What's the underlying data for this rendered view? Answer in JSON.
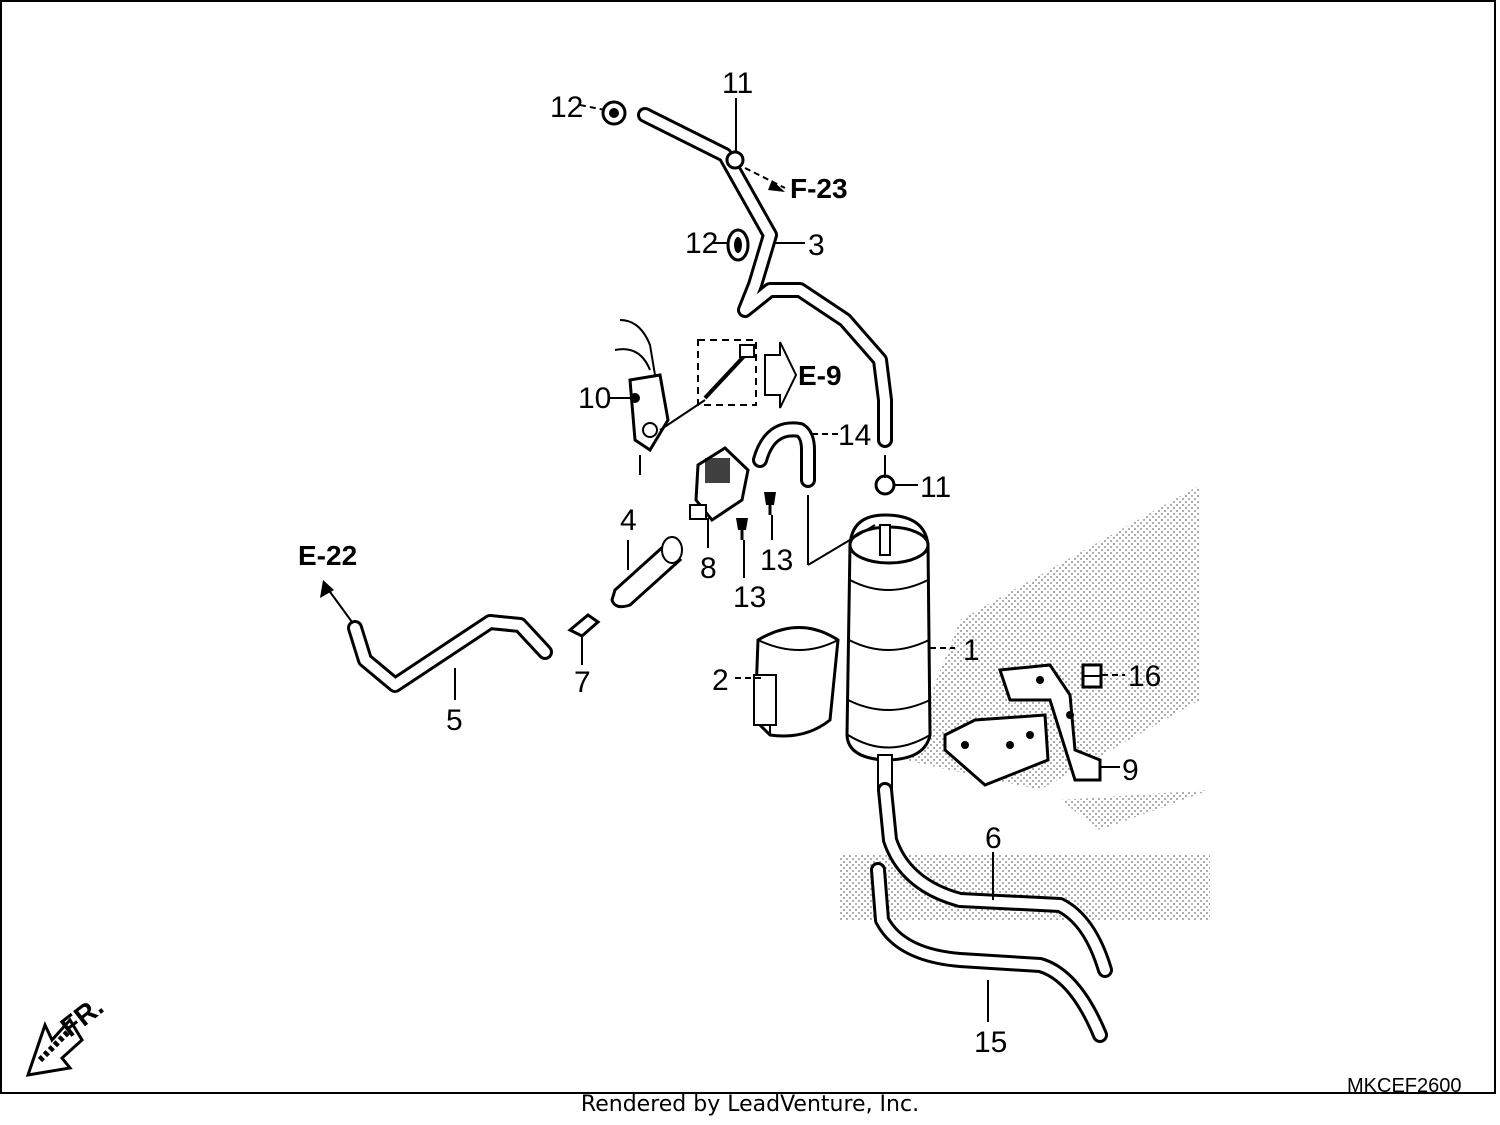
{
  "callouts": {
    "c1": "1",
    "c2": "2",
    "c3": "3",
    "c4": "4",
    "c5": "5",
    "c6": "6",
    "c7": "7",
    "c8": "8",
    "c9": "9",
    "c10": "10",
    "c11a": "11",
    "c11b": "11",
    "c12a": "12",
    "c12b": "12",
    "c13a": "13",
    "c13b": "13",
    "c14": "14",
    "c15": "15",
    "c16": "16"
  },
  "references": {
    "f23": "F-23",
    "e9": "E-9",
    "e22": "E-22"
  },
  "direction_label": "FR.",
  "diagram_code": "MKCEF2600",
  "footer": "Rendered by LeadVenture, Inc.",
  "colors": {
    "line": "#000000",
    "background": "#ffffff",
    "watermark": "#9a9a9a"
  }
}
